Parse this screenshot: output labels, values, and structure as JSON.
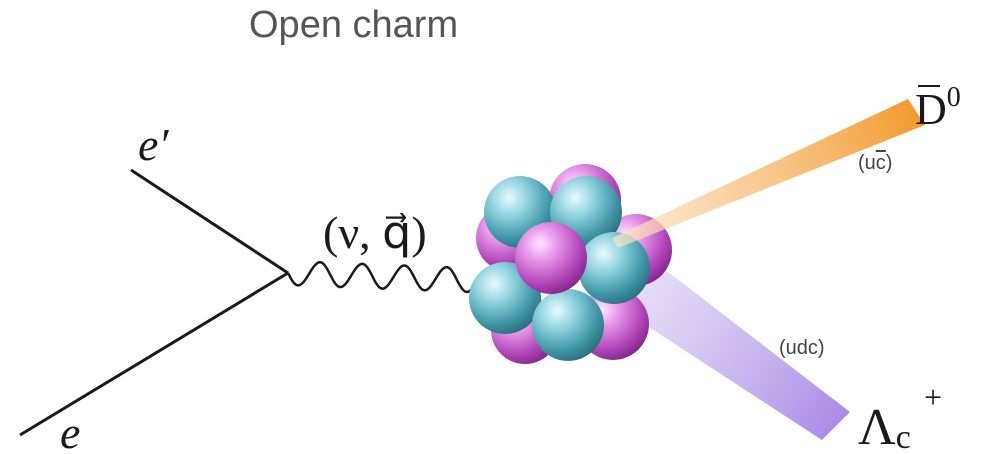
{
  "title": "Open charm",
  "labels": {
    "scattered_electron": "e′",
    "incoming_electron": "e",
    "virtual_photon": "(ν, q⃗)",
    "dbar_meson_name": "D",
    "dbar_meson_superscript": "0",
    "dbar_quark_content_prefix": "(u",
    "dbar_quark_content_bar": "c",
    "dbar_quark_content_suffix": ")",
    "lambda_name": "Λ",
    "lambda_subscript": "c",
    "lambda_superscript": "+",
    "lambda_quark_content": "(udc)"
  },
  "colors": {
    "line": "#1a1a1a",
    "title": "#555555",
    "nucleon_teal": "#4fa8b8",
    "nucleon_magenta": "#c455c8",
    "dbar_jet": "#f0a040",
    "lambda_jet": "#b59ae6",
    "quark_label": "#444444"
  }
}
